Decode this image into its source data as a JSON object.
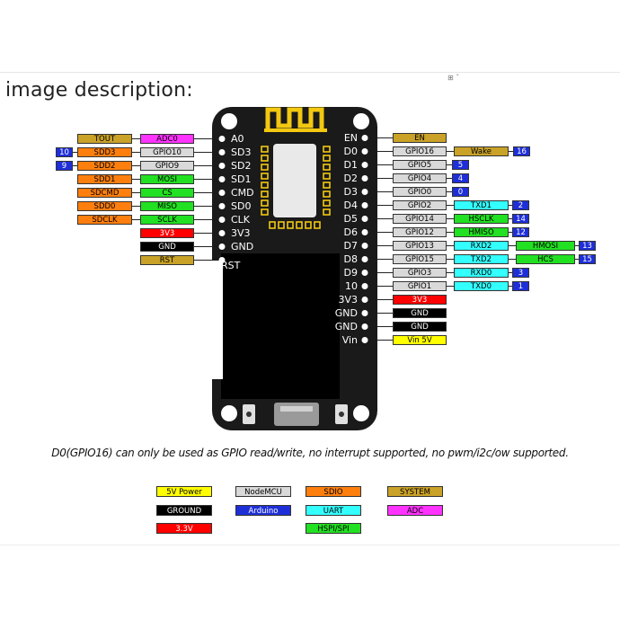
{
  "heading": "image description:",
  "corner_icons": "⊞ ˇ",
  "board": {
    "left_pins": [
      "A0",
      "SD3",
      "SD2",
      "SD1",
      "CMD",
      "SD0",
      "CLK",
      "3V3",
      "GND",
      "RST"
    ],
    "right_pins": [
      "EN",
      "D0",
      "D1",
      "D2",
      "D3",
      "D4",
      "D5",
      "D6",
      "D7",
      "D8",
      "D9",
      "10",
      "3V3",
      "GND",
      "GND",
      "Vin"
    ]
  },
  "left_rows": [
    {
      "num": "",
      "col1": "TOUT",
      "col2": "ADC0"
    },
    {
      "num": "10",
      "col1": "SDD3",
      "col2": "GPIO10"
    },
    {
      "num": "9",
      "col1": "SDD2",
      "col2": "GPIO9"
    },
    {
      "num": "",
      "col1": "SDD1",
      "col2": "MOSI"
    },
    {
      "num": "",
      "col1": "SDCMD",
      "col2": "CS"
    },
    {
      "num": "",
      "col1": "SDD0",
      "col2": "MISO"
    },
    {
      "num": "",
      "col1": "SDCLK",
      "col2": "SCLK"
    },
    {
      "num": "",
      "col1": "",
      "col2": "3V3"
    },
    {
      "num": "",
      "col1": "",
      "col2": "GND"
    },
    {
      "num": "",
      "col1": "",
      "col2": "RST"
    }
  ],
  "right_rows": [
    {
      "c1": "EN",
      "c2": "",
      "c3": "",
      "n": ""
    },
    {
      "c1": "GPIO16",
      "c2": "Wake",
      "c3": "",
      "n": "16"
    },
    {
      "c1": "GPIO5",
      "c2": "",
      "c3": "",
      "n": "5"
    },
    {
      "c1": "GPIO4",
      "c2": "",
      "c3": "",
      "n": "4"
    },
    {
      "c1": "GPIO0",
      "c2": "",
      "c3": "",
      "n": "0"
    },
    {
      "c1": "GPIO2",
      "c2": "TXD1",
      "c3": "",
      "n": "2"
    },
    {
      "c1": "GPIO14",
      "c2": "HSCLK",
      "c3": "",
      "n": "14"
    },
    {
      "c1": "GPIO12",
      "c2": "HMISO",
      "c3": "",
      "n": "12"
    },
    {
      "c1": "GPIO13",
      "c2": "RXD2",
      "c3": "HMOSI",
      "n": "13"
    },
    {
      "c1": "GPIO15",
      "c2": "TXD2",
      "c3": "HCS",
      "n": "15"
    },
    {
      "c1": "GPIO3",
      "c2": "RXD0",
      "c3": "",
      "n": "3"
    },
    {
      "c1": "GPIO1",
      "c2": "TXD0",
      "c3": "",
      "n": "1"
    },
    {
      "c1": "3V3",
      "c2": "",
      "c3": "",
      "n": ""
    },
    {
      "c1": "GND",
      "c2": "",
      "c3": "",
      "n": ""
    },
    {
      "c1": "GND",
      "c2": "",
      "c3": "",
      "n": ""
    },
    {
      "c1": "Vin 5V",
      "c2": "",
      "c3": "",
      "n": ""
    }
  ],
  "footnote": "D0(GPIO16) can only be used as GPIO read/write, no interrupt supported, no pwm/i2c/ow supported.",
  "legend": [
    {
      "label": "5V Power",
      "color": "#ffff00",
      "text": "#000000"
    },
    {
      "label": "NodeMCU",
      "color": "#d9d9d9",
      "text": "#000000"
    },
    {
      "label": "SDIO",
      "color": "#ff7f0e",
      "text": "#000000"
    },
    {
      "label": "SYSTEM",
      "color": "#c9a227",
      "text": "#000000"
    },
    {
      "label": "GROUND",
      "color": "#000000",
      "text": "#ffffff"
    },
    {
      "label": "Arduino",
      "color": "#1e2fd8",
      "text": "#ffffff"
    },
    {
      "label": "UART",
      "color": "#33ffff",
      "text": "#000000"
    },
    {
      "label": "ADC",
      "color": "#ff33ff",
      "text": "#000000"
    },
    {
      "label": "3.3V",
      "color": "#ff0000",
      "text": "#ffffff"
    },
    {
      "label": "HSPI/SPI",
      "color": "#22e022",
      "text": "#000000"
    }
  ],
  "colors": {
    "system": "#c9a227",
    "sdio": "#ff7f0e",
    "nodemcu": "#d9d9d9",
    "adc": "#ff33ff",
    "spi": "#22e022",
    "v33": "#ff0000",
    "ground": "#000000",
    "uart": "#33ffff",
    "arduino": "#1e2fd8",
    "v5": "#ffff00",
    "board": "#1a1a1a",
    "antenna": "#f2c811"
  }
}
